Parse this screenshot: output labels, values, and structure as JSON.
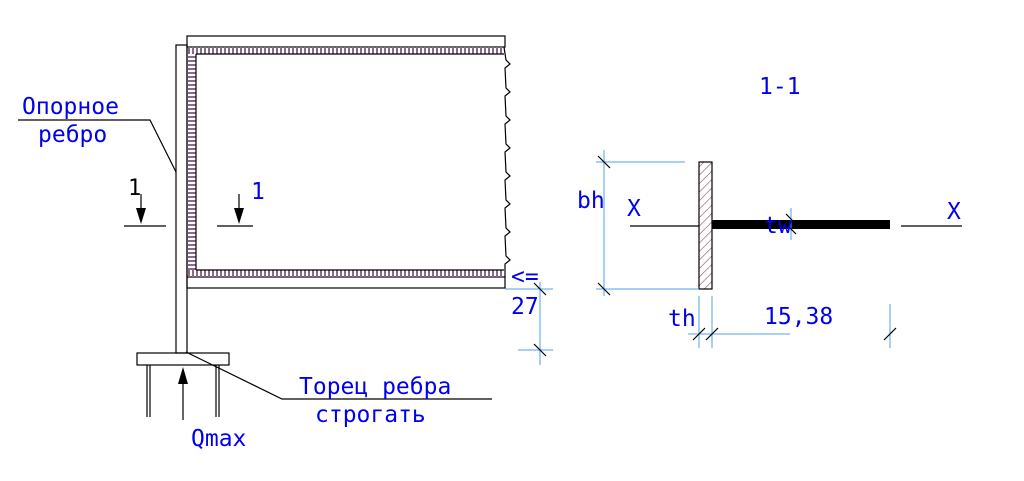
{
  "labels": {
    "support_rib_line1": "Опорное",
    "support_rib_line2": "ребро",
    "section_mark_left": "1",
    "section_mark_right": "1",
    "end_line1": "Торец ребра",
    "end_line2": "строгать",
    "load": "Qmax",
    "limit_symbol": "<=",
    "limit_value": "27",
    "section_title": "1-1",
    "axis_left": "X",
    "axis_right": "X",
    "bh": "bh",
    "tw": "tw",
    "th": "th",
    "width_value": "15,38"
  },
  "colors": {
    "label_text": "#0000ee",
    "dimension_lines": "#4fa3e8",
    "weld_hatch": "#8a6a8a",
    "outline": "#000000"
  }
}
